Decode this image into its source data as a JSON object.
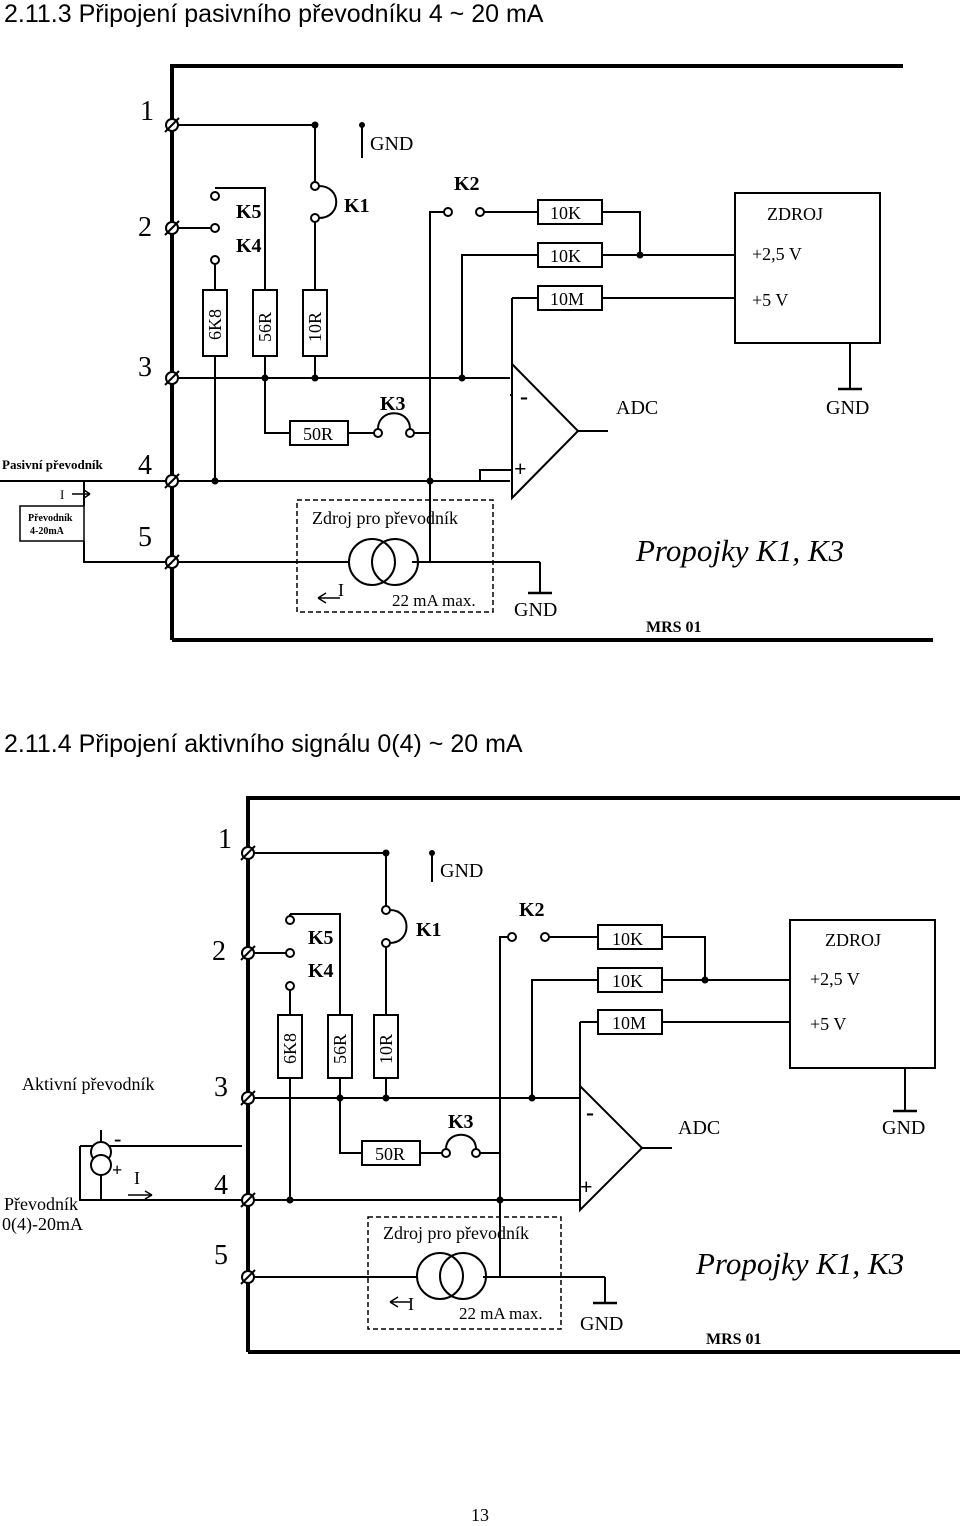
{
  "sections": [
    {
      "heading": "2.11.3   Připojení pasivního převodníku 4 ~ 20 mA",
      "terminals": [
        "1",
        "2",
        "3",
        "4",
        "5"
      ],
      "jumpers": {
        "k1": "K1",
        "k2": "K2",
        "k3": "K3",
        "k4": "K4",
        "k5": "K5"
      },
      "resistors": {
        "r6k8": "6K8",
        "r56": "56R",
        "r10": "10R",
        "r50": "50R",
        "r10k_a": "10K",
        "r10k_b": "10K",
        "r10m": "10M"
      },
      "gnd": "GND",
      "zdroj": {
        "title": "ZDROJ",
        "v25": "+2,5 V",
        "v5": "+5 V"
      },
      "adc": "ADC",
      "opamp": {
        "minus": "-",
        "plus": "+"
      },
      "source": {
        "title": "Zdroj pro převodník",
        "current_label": "I",
        "max": "22 mA max."
      },
      "note": "Propojky  K1, K3",
      "model": "MRS 01",
      "external": {
        "title": "Pasivní převodník",
        "current_label": "I",
        "box_line1": "Převodník",
        "box_line2": "4-20mA"
      }
    },
    {
      "heading": "2.11.4   Připojení aktivního signálu 0(4) ~ 20 mA",
      "terminals": [
        "1",
        "2",
        "3",
        "4",
        "5"
      ],
      "jumpers": {
        "k1": "K1",
        "k2": "K2",
        "k3": "K3",
        "k4": "K4",
        "k5": "K5"
      },
      "resistors": {
        "r6k8": "6K8",
        "r56": "56R",
        "r10": "10R",
        "r50": "50R",
        "r10k_a": "10K",
        "r10k_b": "10K",
        "r10m": "10M"
      },
      "gnd": "GND",
      "zdroj": {
        "title": "ZDROJ",
        "v25": "+2,5 V",
        "v5": "+5 V"
      },
      "adc": "ADC",
      "opamp": {
        "minus": "-",
        "plus": "+"
      },
      "source": {
        "title": "Zdroj pro převodník",
        "current_label": "I",
        "max": "22 mA max."
      },
      "note": "Propojky  K1, K3",
      "model": "MRS 01",
      "external": {
        "title": "Aktivní převodník",
        "current_label": "I",
        "minus": "-",
        "plus": "+",
        "box_line1": "Převodník",
        "box_line2": "0(4)-20mA"
      }
    }
  ],
  "page_number": "13"
}
